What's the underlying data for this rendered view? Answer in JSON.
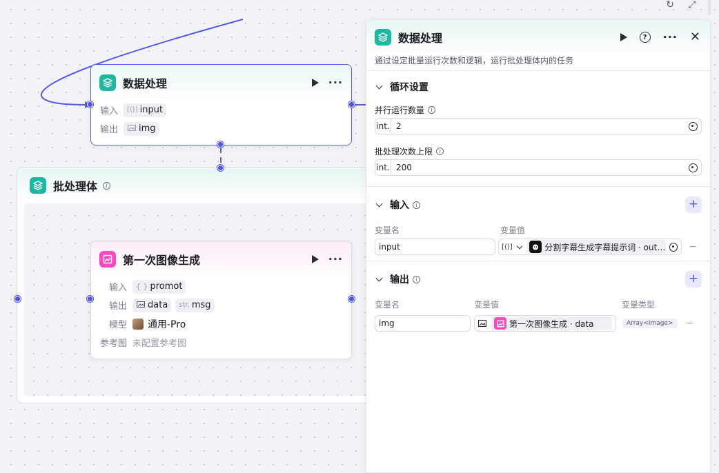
{
  "colors": {
    "accent": "#4d53e8",
    "teal": "#1fb7a3",
    "pink": "#f34cc0"
  },
  "toolbar": {
    "refresh_icon": "refresh-icon",
    "expand_icon": "expand-icon"
  },
  "nodes": {
    "batch_process": {
      "title": "数据处理",
      "input_label": "输入",
      "input_type": "[⟨⟩]",
      "input_name": "input",
      "output_label": "输出",
      "output_name": "img"
    },
    "batch_body": {
      "title": "批处理体"
    },
    "image_gen": {
      "title": "第一次图像生成",
      "input_label": "输入",
      "input_type": "{ }",
      "input_name": "promot",
      "output_label": "输出",
      "output_1": "data",
      "output_2_type": "str.",
      "output_2": "msg",
      "model_label": "模型",
      "model_value": "通用-Pro",
      "ref_label": "参考图",
      "ref_value": "未配置参考图"
    }
  },
  "panel": {
    "title": "数据处理",
    "description": "通过设定批量运行次数和逻辑，运行批处理体内的任务",
    "loop": {
      "title": "循环设置",
      "parallel_label": "并行运行数量",
      "parallel_prefix": "int.",
      "parallel_value": "2",
      "limit_label": "批处理次数上限",
      "limit_prefix": "int.",
      "limit_value": "200"
    },
    "input": {
      "title": "输入",
      "col_name": "变量名",
      "col_value": "变量值",
      "row_name": "input",
      "row_type": "[⟨⟩]",
      "row_ref": "分割字幕生成字幕提示词 · out…"
    },
    "output": {
      "title": "输出",
      "col_name": "变量名",
      "col_value": "变量值",
      "col_type": "变量类型",
      "row_name": "img",
      "row_ref": "第一次图像生成 · data",
      "row_type": "Array<Image>"
    }
  }
}
